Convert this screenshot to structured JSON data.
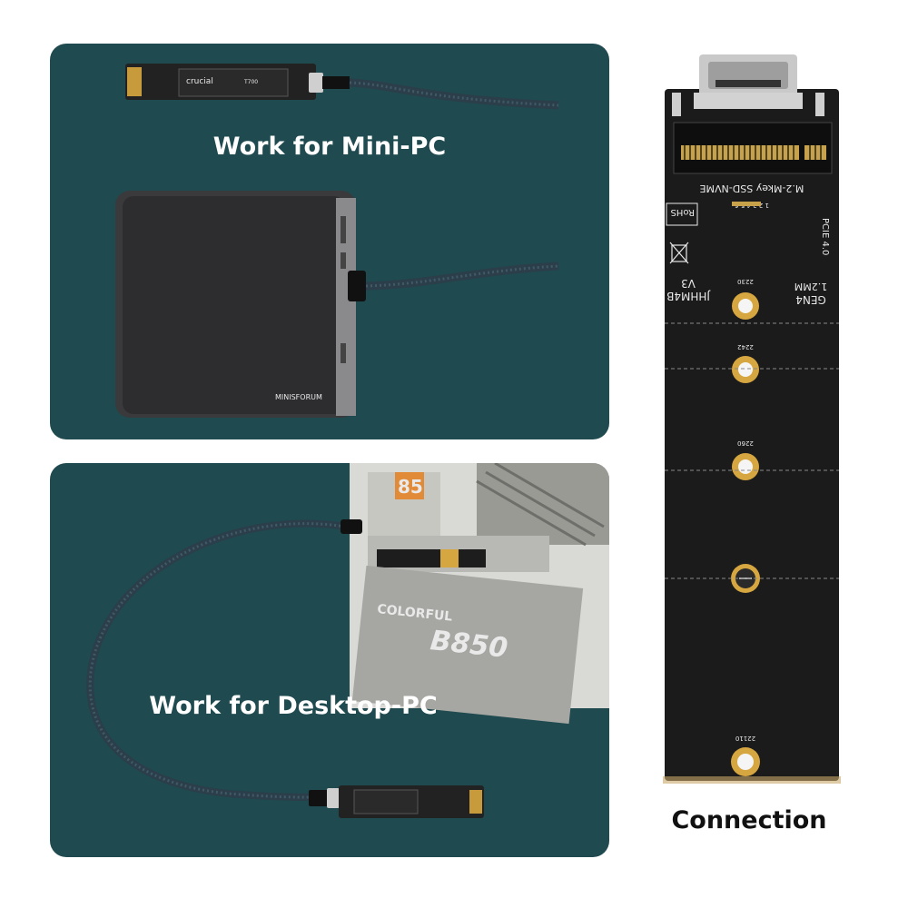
{
  "colors": {
    "panel_bg": "#1f4a4f",
    "pcb": "#1b1b1b",
    "gold": "#d6a640"
  },
  "top_panel": {
    "caption": "Work for Mini-PC",
    "ssd_brand": "crucial",
    "ssd_model": "T700",
    "minipc_brand": "MINISFORUM"
  },
  "bottom_panel": {
    "caption": "Work for Desktop-PC",
    "board_model": "B850",
    "board_brand": "COLORFUL",
    "board_number": "85"
  },
  "adapter": {
    "label_product": "M.2-Mkey SSD-NVME",
    "label_model": "JHHM4B",
    "label_version": "V3",
    "label_gen": "GEN4",
    "label_thickness": "1.2MM",
    "label_pcie": "PCIE 4.0",
    "label_rohs": "RoHS",
    "pin_numbers": "1 2 3 4 5 6",
    "size_2230": "2230",
    "size_2242": "2242",
    "size_2260": "2260",
    "size_22110": "22110"
  },
  "connection_label": "Connection"
}
